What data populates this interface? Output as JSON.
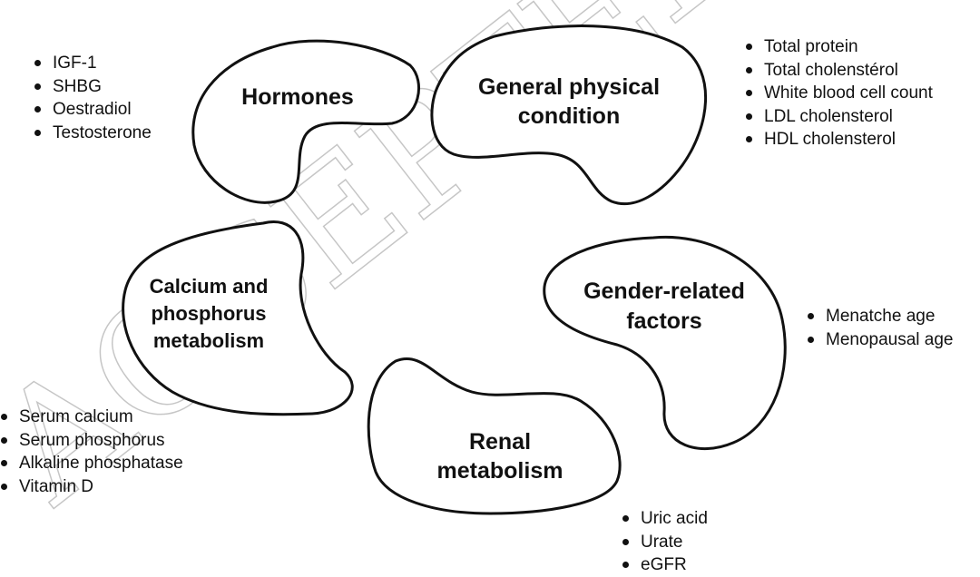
{
  "watermark": "ACCEPTED M",
  "groups": {
    "hormones": {
      "title": "Hormones",
      "items": [
        "IGF-1",
        "SHBG",
        "Oestradiol",
        "Testosterone"
      ]
    },
    "general": {
      "title_lines": [
        "General physical",
        "condition"
      ],
      "items": [
        "Total protein",
        "Total cholenstérol",
        "White blood cell count",
        "LDL cholensterol",
        "HDL cholensterol"
      ]
    },
    "gender": {
      "title_lines": [
        "Gender-related",
        "factors"
      ],
      "items": [
        "Menatche age",
        "Menopausal age"
      ]
    },
    "calcium": {
      "title_lines": [
        "Calcium and",
        "phosphorus",
        "metabolism"
      ],
      "items": [
        "Serum calcium",
        "Serum phosphorus",
        "Alkaline phosphatase",
        "Vitamin D"
      ]
    },
    "renal": {
      "title_lines": [
        "Renal",
        "metabolism"
      ],
      "items": [
        "Uric acid",
        "Urate",
        "eGFR"
      ]
    }
  }
}
